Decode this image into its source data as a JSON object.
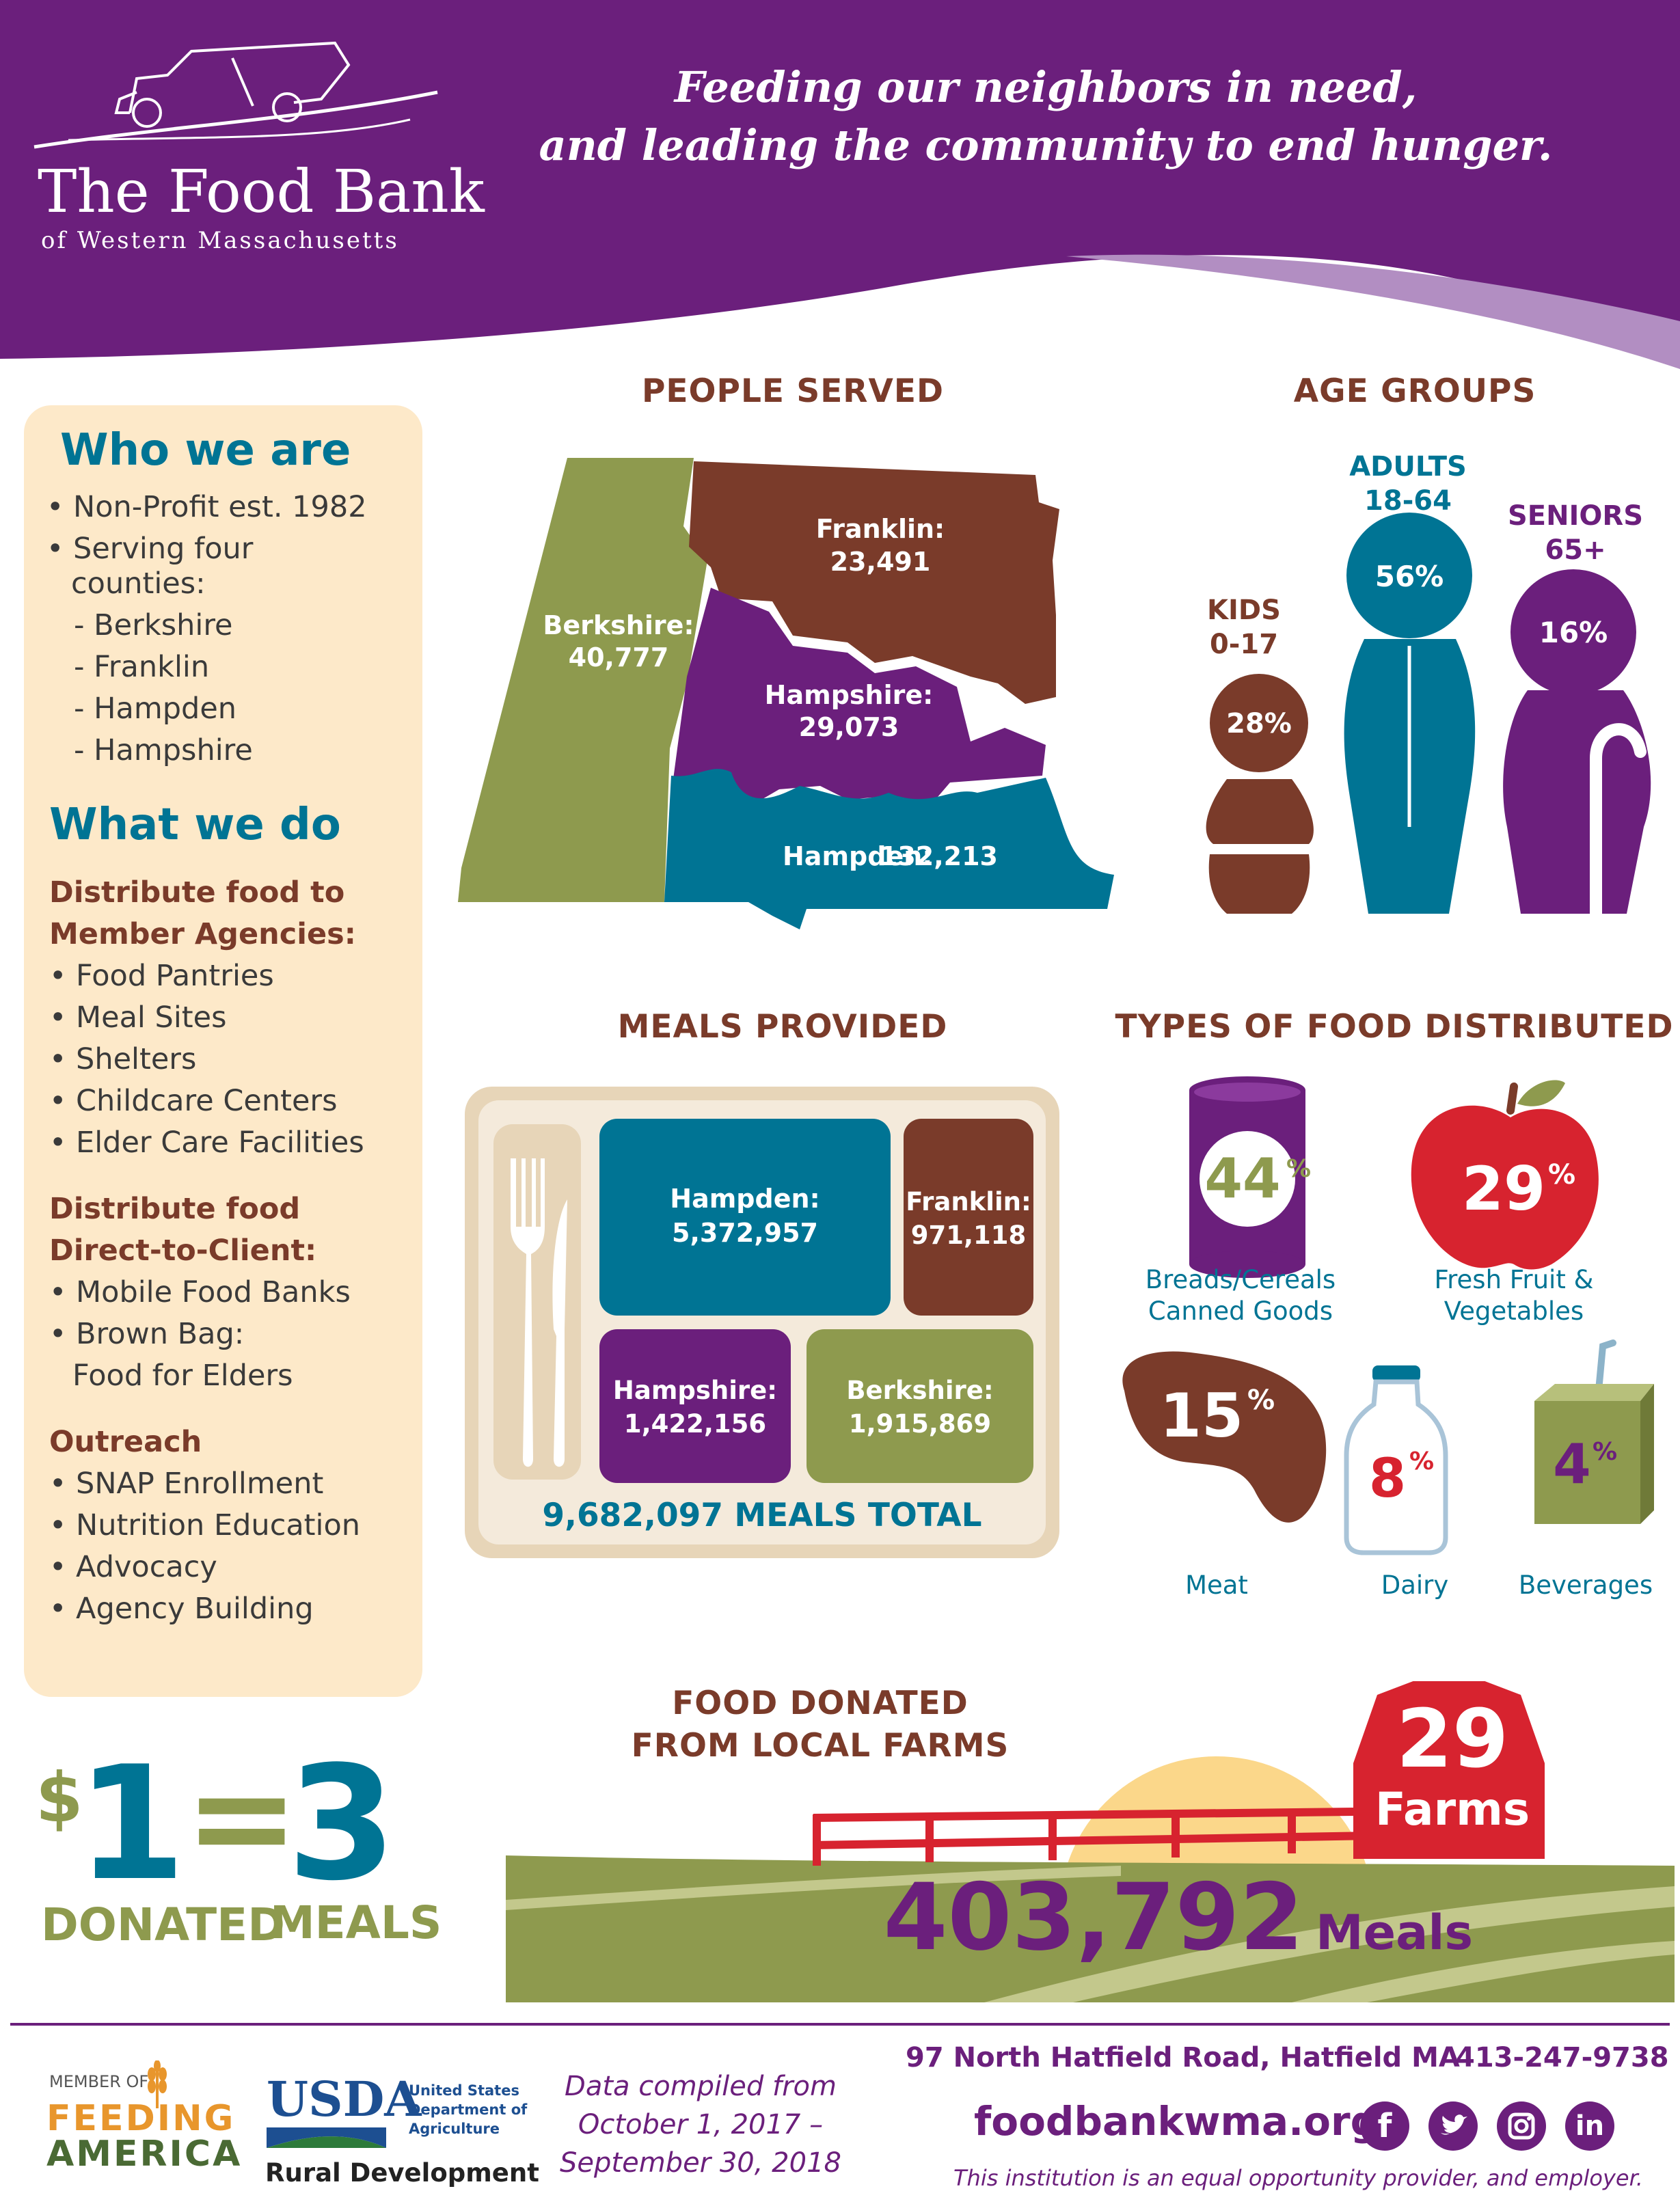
{
  "header": {
    "org_name": "The Food Bank",
    "org_subtitle": "of Western Massachusetts",
    "tagline_line1": "Feeding our neighbors in need,",
    "tagline_line2": "and leading the community to end hunger."
  },
  "who_we_are": {
    "title": "Who we are",
    "items": [
      "• Non-Profit est. 1982",
      "• Serving four",
      "counties:",
      "- Berkshire",
      "- Franklin",
      "- Hampden",
      "- Hampshire"
    ]
  },
  "what_we_do": {
    "title": "What we do",
    "groups": [
      {
        "heading1": "Distribute food to",
        "heading2": "Member Agencies:",
        "items": [
          "• Food Pantries",
          "• Meal Sites",
          "• Shelters",
          "• Childcare Centers",
          "• Elder Care Facilities"
        ]
      },
      {
        "heading1": "Distribute food",
        "heading2": "Direct-to-Client:",
        "items": [
          "• Mobile Food Banks",
          "• Brown Bag:",
          "Food for Elders"
        ]
      },
      {
        "heading1": "Outreach",
        "heading2": "",
        "items": [
          "• SNAP Enrollment",
          "• Nutrition Education",
          "• Advocacy",
          "• Agency Building"
        ]
      }
    ]
  },
  "dollar": {
    "sign": "$",
    "amount": "1",
    "equals": "=",
    "meals": "3",
    "label_donated": "DONATED",
    "label_meals": "MEALS"
  },
  "people_served": {
    "title": "PEOPLE SERVED",
    "counties": [
      {
        "name": "Berkshire:",
        "value": "40,777"
      },
      {
        "name": "Franklin:",
        "value": "23,491"
      },
      {
        "name": "Hampshire:",
        "value": "29,073"
      },
      {
        "name": "Hampden:",
        "value": "132,213"
      }
    ]
  },
  "age_groups": {
    "title": "AGE GROUPS",
    "groups": [
      {
        "label1": "KIDS",
        "label2": "0-17",
        "pct": "28%"
      },
      {
        "label1": "ADULTS",
        "label2": "18-64",
        "pct": "56%"
      },
      {
        "label1": "SENIORS",
        "label2": "65+",
        "pct": "16%"
      }
    ]
  },
  "meals_provided": {
    "title": "MEALS PROVIDED",
    "cells": [
      {
        "name": "Hampden:",
        "value": "5,372,957"
      },
      {
        "name": "Franklin:",
        "value": "971,118"
      },
      {
        "name": "Hampshire:",
        "value": "1,422,156"
      },
      {
        "name": "Berkshire:",
        "value": "1,915,869"
      }
    ],
    "total": "9,682,097 MEALS TOTAL"
  },
  "food_types": {
    "title": "TYPES OF FOOD DISTRIBUTED",
    "items": [
      {
        "num": "44",
        "pct": "%",
        "label1": "Breads/Cereals",
        "label2": "Canned Goods",
        "icon": "can-icon"
      },
      {
        "num": "29",
        "pct": "%",
        "label1": "Fresh Fruit &",
        "label2": "Vegetables",
        "icon": "apple-icon"
      },
      {
        "num": "15",
        "pct": "%",
        "label1": "Meat",
        "label2": "",
        "icon": "meat-icon"
      },
      {
        "num": "8",
        "pct": "%",
        "label1": "Dairy",
        "label2": "",
        "icon": "milk-bottle-icon"
      },
      {
        "num": "4",
        "pct": "%",
        "label1": "Beverages",
        "label2": "",
        "icon": "juice-box-icon"
      }
    ]
  },
  "farms": {
    "title1": "FOOD DONATED",
    "title2": "FROM LOCAL FARMS",
    "farms_count": "29",
    "farms_label": "Farms",
    "meals_value": "403,792",
    "meals_label": "Meals"
  },
  "footer": {
    "fa_member": "MEMBER OF",
    "fa_line1": "FEEDING",
    "fa_line2": "AMERICA",
    "usda": "USDA",
    "usda_line1": "United States",
    "usda_line2": "Department of",
    "usda_line3": "Agriculture",
    "usda_rd": "Rural Development",
    "data1": "Data compiled from",
    "data2": "October 1, 2017 –",
    "data3": "September 30, 2018",
    "address": "97 North Hatfield Road, Hatfield MA",
    "phone": "413-247-9738",
    "website": "foodbankwma.org",
    "eo": "This institution is an equal opportunity provider, and employer.",
    "social_icons": [
      "facebook-icon",
      "twitter-icon",
      "instagram-icon",
      "linkedin-icon"
    ]
  },
  "colors": {
    "purple": "#6b1f7c",
    "teal": "#007494",
    "brown": "#7a3b2a",
    "olive": "#8e9a4e",
    "red": "#d7232f",
    "cream": "#fde9c9",
    "tan": "#e7d5b8"
  }
}
